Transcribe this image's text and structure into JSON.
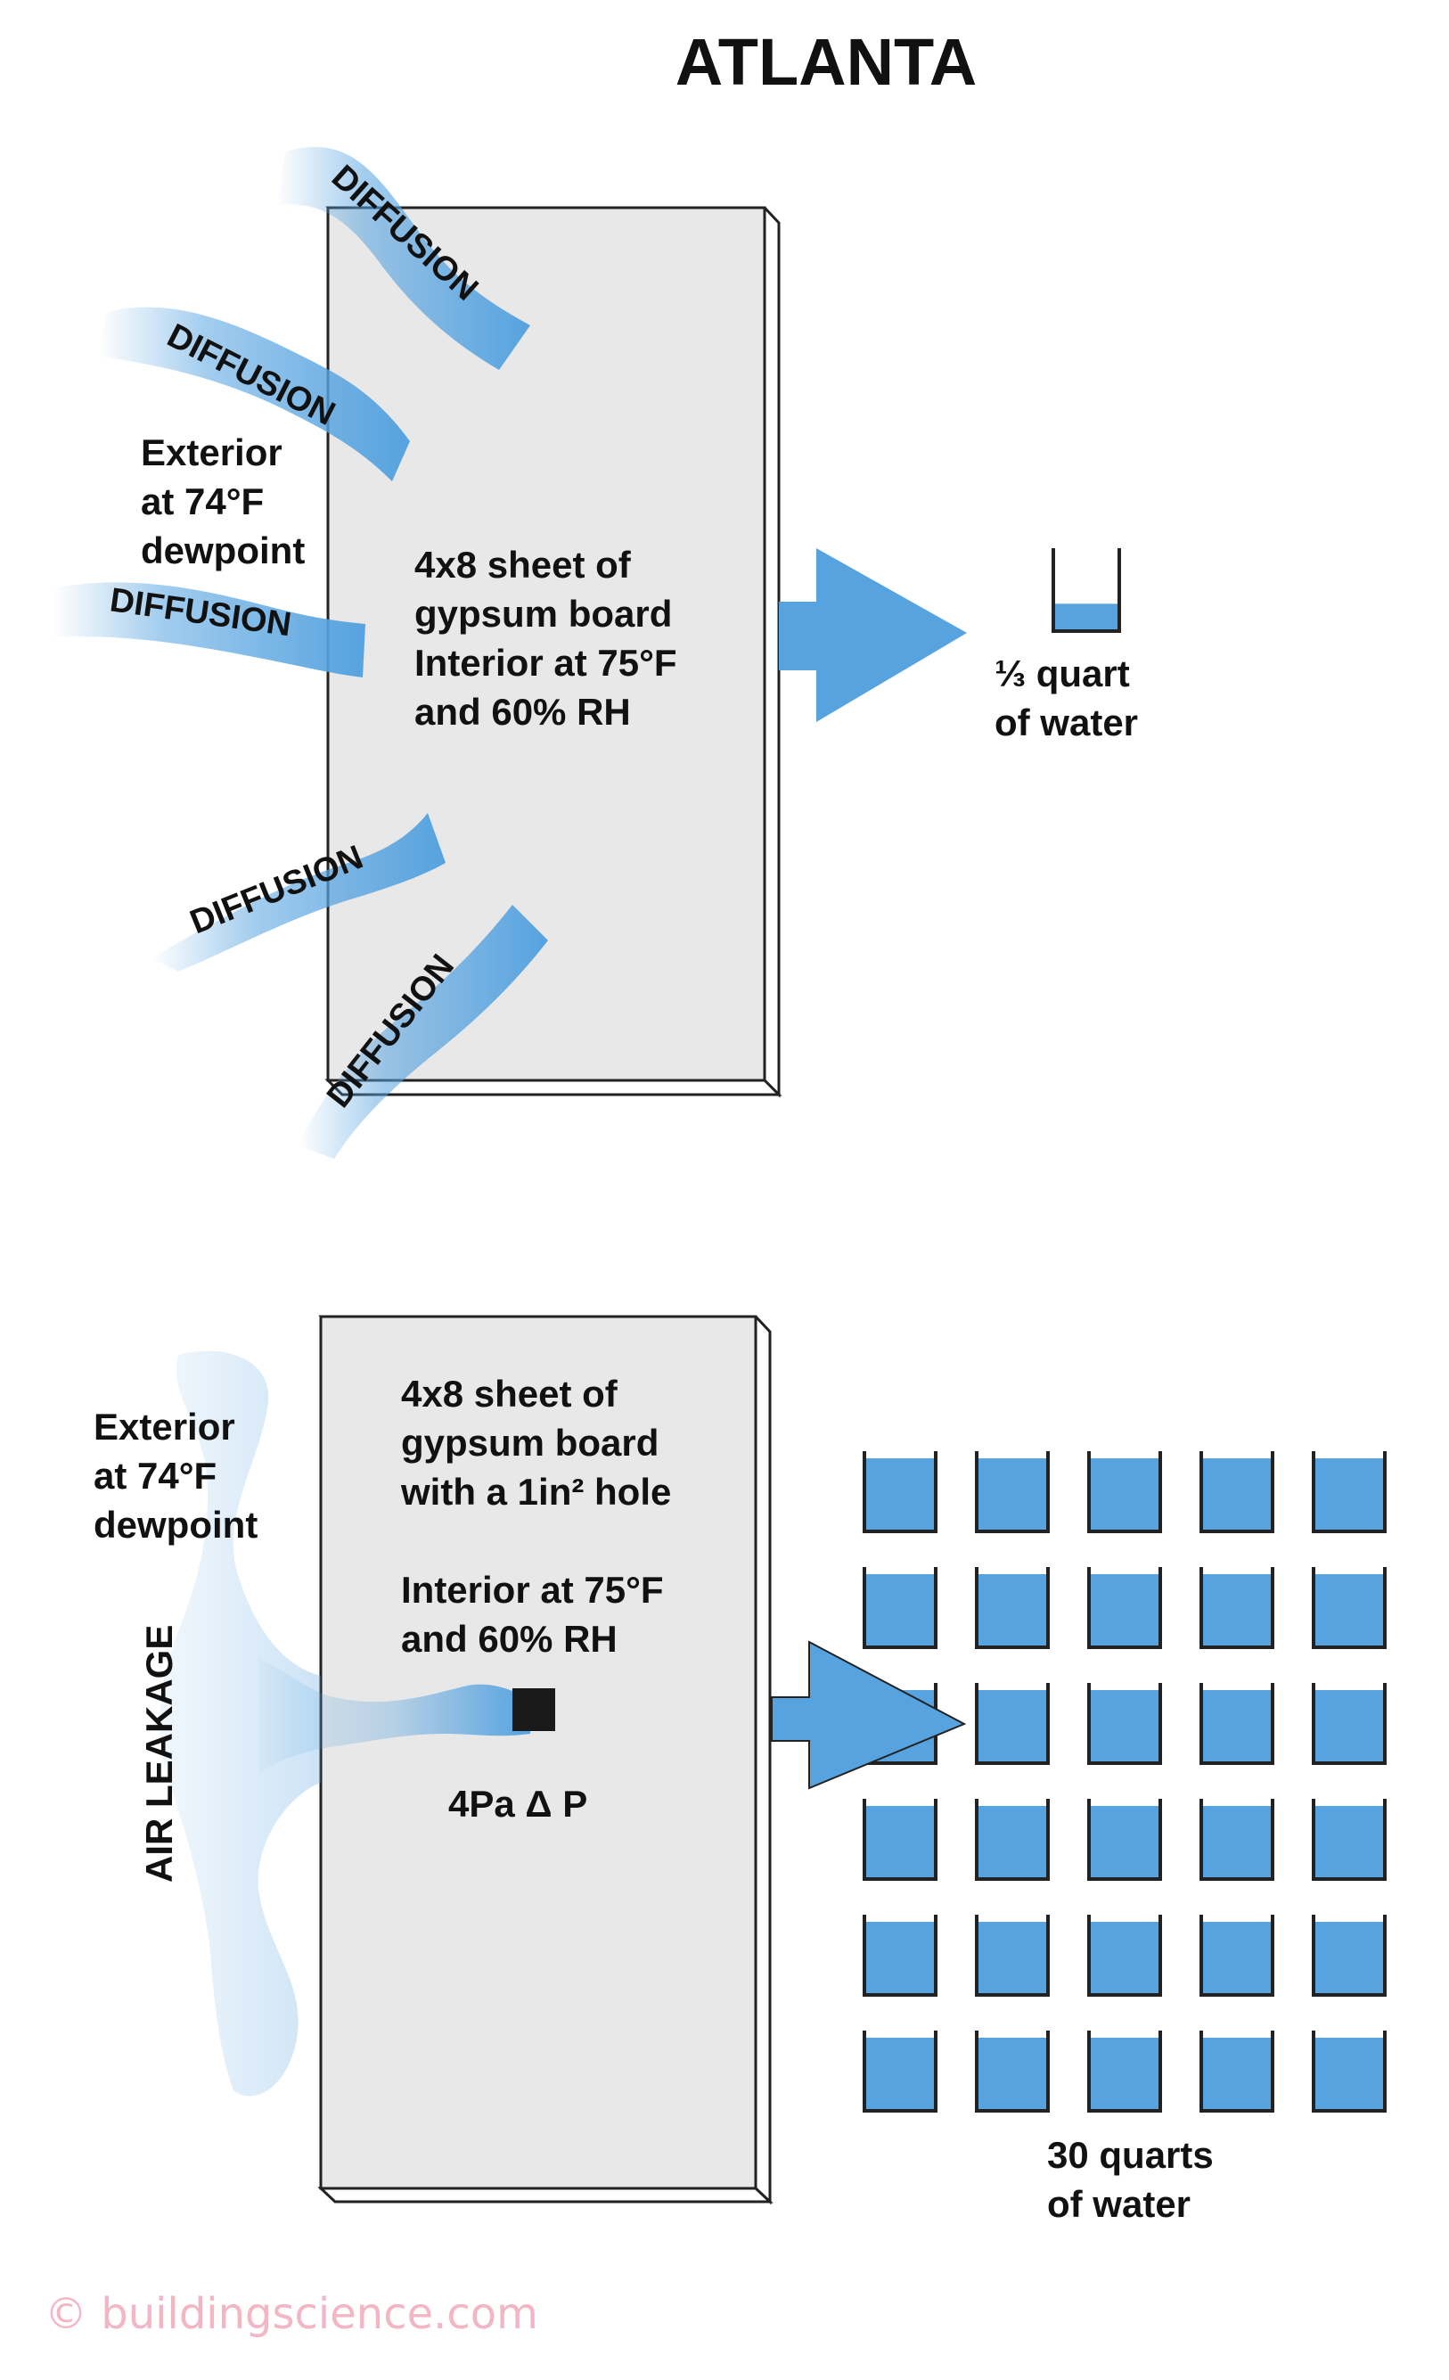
{
  "title": "ATLANTA",
  "colors": {
    "water": "#56a3e0",
    "panel": "#e8e8e8",
    "ink": "#111111",
    "watermark": "#f2b6c4"
  },
  "top": {
    "diffusion_label": "DIFFUSION",
    "exterior": [
      "Exterior",
      "at 74°F",
      "dewpoint"
    ],
    "panel": [
      "4x8 sheet of",
      "gypsum board",
      "Interior at 75°F",
      "and 60% RH"
    ],
    "result": [
      "⅓ quart",
      "of water"
    ],
    "fill_fraction": 0.33
  },
  "bottom": {
    "air_leakage": "AIR LEAKAGE",
    "exterior": [
      "Exterior",
      "at 74°F",
      "dewpoint"
    ],
    "panel": [
      "4x8 sheet of",
      "gypsum board",
      "with a 1in² hole",
      "Interior at 75°F",
      "and 60% RH"
    ],
    "pressure": "4Pa Δ P",
    "result": [
      "30 quarts",
      "of water"
    ],
    "cup_count": 30
  },
  "watermark": "© buildingscience.com"
}
